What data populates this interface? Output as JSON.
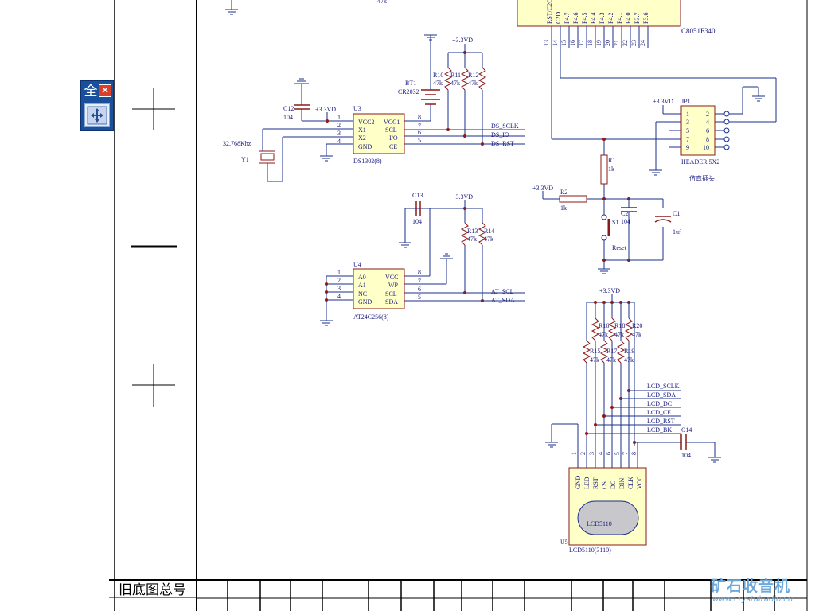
{
  "toolbar": {
    "full_label": "全",
    "close_label": "×",
    "tool_icon": "hand-tool-icon"
  },
  "title_block": {
    "old_drawing_no_label": "旧底图总号"
  },
  "watermark": {
    "title": "矿石收音机",
    "url": "www.crystalradio.cn"
  },
  "colors": {
    "wire": "#1a2f8c",
    "text": "#1a1a80",
    "component": "#8b1a1a",
    "body_fill": "#ffffc8",
    "frame": "#000000"
  },
  "texts": {
    "top_res": "47k",
    "mcu_name": "C8051F340",
    "pins": [
      "RST/C2CK",
      "C2D",
      "P4.7",
      "P4.6",
      "P4.5",
      "P4.4",
      "P4.3",
      "P4.2",
      "P4.1",
      "P4.0",
      "P3.7",
      "P3.6"
    ],
    "pin_nums": [
      "13",
      "14",
      "15",
      "16",
      "17",
      "18",
      "19",
      "20",
      "21",
      "22",
      "23",
      "24"
    ],
    "vcc": "+3.3VD",
    "bt1": "BT1",
    "bt1_val": "CR2032",
    "r10": "R10",
    "r11": "R11",
    "r12": "R12",
    "r47k": "47k",
    "c12": "C12",
    "c104": "104",
    "u3": "U3",
    "u3_name": "DS1302(8)",
    "u3_lp": [
      "VCC2",
      "X1",
      "X2",
      "GND"
    ],
    "u3_rp": [
      "VCC1",
      "SCL",
      "I/O",
      "CE"
    ],
    "n1": "1",
    "n2": "2",
    "n3": "3",
    "n4": "4",
    "n5": "5",
    "n6": "6",
    "n7": "7",
    "n8": "8",
    "n9": "9",
    "n10": "10",
    "xtal": "32.768Khz",
    "y1": "Y1",
    "ds_sclk": "DS_SCLK",
    "ds_io": "DS_IO",
    "ds_rst": "DS_RST",
    "c13": "C13",
    "r13": "R13",
    "r14": "R14",
    "u4": "U4",
    "u4_name": "AT24C256(8)",
    "u4_lp": [
      "A0",
      "A1",
      "NC",
      "GND"
    ],
    "u4_rp": [
      "VCC",
      "WP",
      "SCL",
      "SDA"
    ],
    "at_scl": "AT_SCL",
    "at_sda": "AT_SDA",
    "jp1": "JP1",
    "jp1_name": "HEADER 5X2",
    "jp1_cn": "仿真插头",
    "r1": "R1",
    "r2": "R2",
    "r1k": "1k",
    "c2": "C2",
    "c1": "C1",
    "c1_val": "1uf",
    "s1": "S1",
    "reset": "Reset",
    "r15": "R15",
    "r16": "R16",
    "r17": "R17",
    "r18": "R18",
    "r19": "R19",
    "r20": "R20",
    "lcd_sclk": "LCD_SCLK",
    "lcd_sda": "LCD_SDA",
    "lcd_dc": "LCD_DC",
    "lcd_ce": "LCD_CE",
    "lcd_rst": "LCD_RST",
    "lcd_bk": "LCD_BK",
    "c14": "C14",
    "lcd_pins": [
      "GND",
      "LED",
      "RST",
      "CS",
      "DC",
      "DIN",
      "CLK",
      "VCC"
    ],
    "lcd_nums": [
      "1",
      "2",
      "3",
      "4",
      "5",
      "6",
      "7",
      "8"
    ],
    "u5": "U5",
    "u5_name": "LCD5110(3110)",
    "lcd_screen": "LCD5110"
  }
}
